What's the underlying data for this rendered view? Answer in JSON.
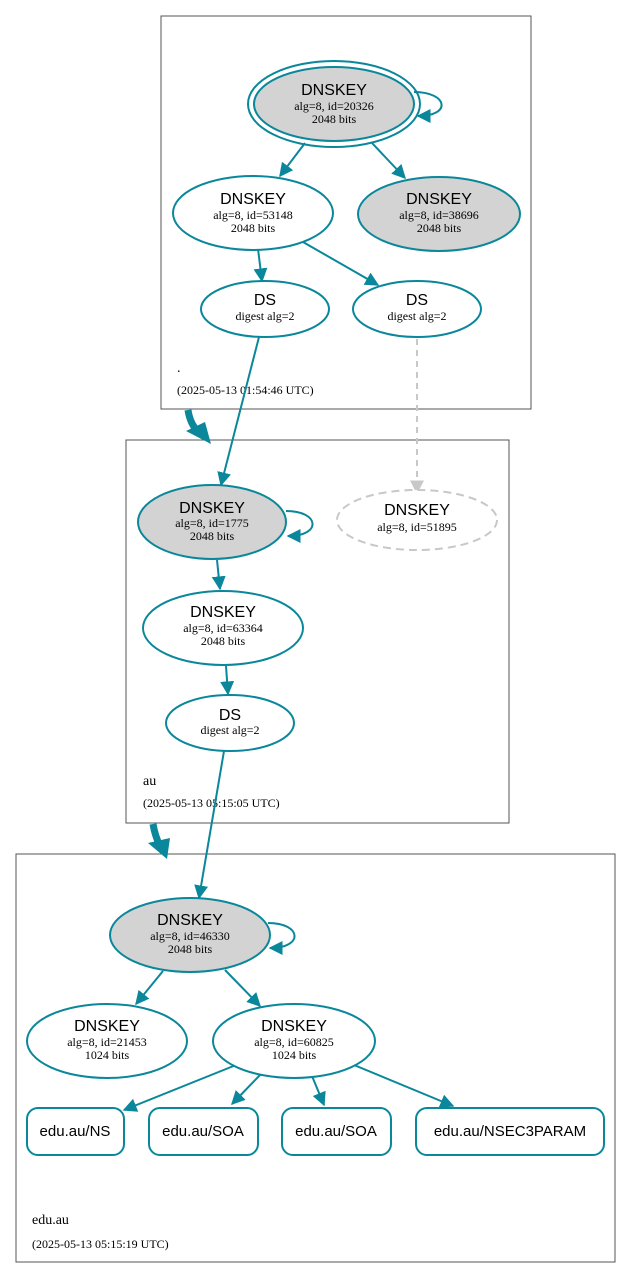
{
  "colors": {
    "edge": "#0a879a",
    "ksk_fill": "#d3d3d3",
    "ghost": "#c8c8c8",
    "box": "#555555"
  },
  "zones": {
    "root": {
      "name": ".",
      "timestamp": "(2025-05-13 01:54:46 UTC)"
    },
    "au": {
      "name": "au",
      "timestamp": "(2025-05-13 05:15:05 UTC)"
    },
    "edu_au": {
      "name": "edu.au",
      "timestamp": "(2025-05-13 05:15:19 UTC)"
    }
  },
  "nodes": {
    "root_ksk": {
      "title": "DNSKEY",
      "line1": "alg=8, id=20326",
      "line2": "2048 bits"
    },
    "root_zsk": {
      "title": "DNSKEY",
      "line1": "alg=8, id=53148",
      "line2": "2048 bits"
    },
    "root_ksk2": {
      "title": "DNSKEY",
      "line1": "alg=8, id=38696",
      "line2": "2048 bits"
    },
    "root_ds1": {
      "title": "DS",
      "line1": "digest alg=2"
    },
    "root_ds2": {
      "title": "DS",
      "line1": "digest alg=2"
    },
    "au_ksk": {
      "title": "DNSKEY",
      "line1": "alg=8, id=1775",
      "line2": "2048 bits"
    },
    "au_missing": {
      "title": "DNSKEY",
      "line1": "alg=8, id=51895"
    },
    "au_zsk": {
      "title": "DNSKEY",
      "line1": "alg=8, id=63364",
      "line2": "2048 bits"
    },
    "au_ds": {
      "title": "DS",
      "line1": "digest alg=2"
    },
    "edu_ksk": {
      "title": "DNSKEY",
      "line1": "alg=8, id=46330",
      "line2": "2048 bits"
    },
    "edu_key1": {
      "title": "DNSKEY",
      "line1": "alg=8, id=21453",
      "line2": "1024 bits"
    },
    "edu_key2": {
      "title": "DNSKEY",
      "line1": "alg=8, id=60825",
      "line2": "1024 bits"
    }
  },
  "records": {
    "ns": "edu.au/NS",
    "soa1": "edu.au/SOA",
    "soa2": "edu.au/SOA",
    "nsec3param": "edu.au/NSEC3PARAM"
  }
}
